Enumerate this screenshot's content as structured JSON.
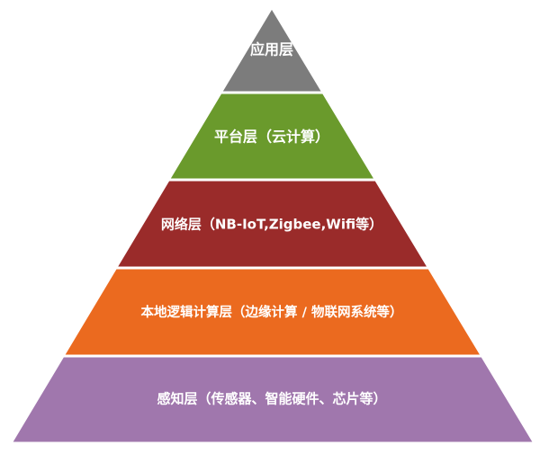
{
  "layers": [
    {
      "label": "应用层",
      "color": "#7c7c7c"
    },
    {
      "label": "平台层（云计算）",
      "color": "#6a9a2c"
    },
    {
      "label": "网络层（NB-IoT,Zigbee,Wifi等）",
      "color": "#9a2b2a"
    },
    {
      "label": "本地逻辑计算层（边缘计算 / 物联网系统等）",
      "color": "#eb6a1f"
    },
    {
      "label": "感知层（传感器、智能硬件、芯片等）",
      "color": "#a077ad"
    }
  ]
}
